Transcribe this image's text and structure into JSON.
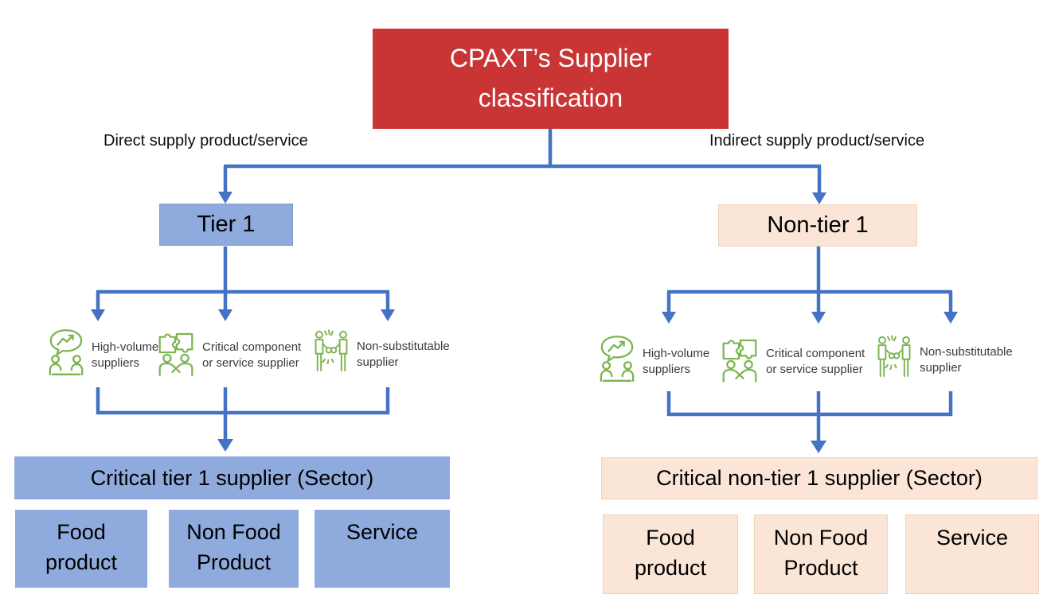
{
  "title": "CPAXT’s Supplier classification",
  "colors": {
    "title_red": "#C93535",
    "tier1_blue": "#8FAADC",
    "non_tier1_peach": "#FBE5D6",
    "connector_blue": "#4472C4",
    "icon_green": "#7CB450"
  },
  "icons": {
    "high_volume": "growth-chat-icon",
    "critical_component": "puzzle-handshake-icon",
    "non_substitutable": "linked-people-icon"
  },
  "supplier_types": [
    {
      "label": "High-volume suppliers"
    },
    {
      "label": "Critical component or service supplier"
    },
    {
      "label": "Non-substitutable supplier"
    }
  ],
  "left": {
    "branch_label": "Direct supply product/service",
    "tier_label": "Tier 1",
    "sector_title": "Critical tier 1 supplier (Sector)",
    "sectors": [
      "Food\nproduct",
      "Non Food\nProduct",
      "Service"
    ]
  },
  "right": {
    "branch_label": "Indirect supply product/service",
    "tier_label": "Non-tier 1",
    "sector_title": "Critical non-tier 1 supplier (Sector)",
    "sectors": [
      "Food\nproduct",
      "Non Food\nProduct",
      "Service"
    ]
  }
}
